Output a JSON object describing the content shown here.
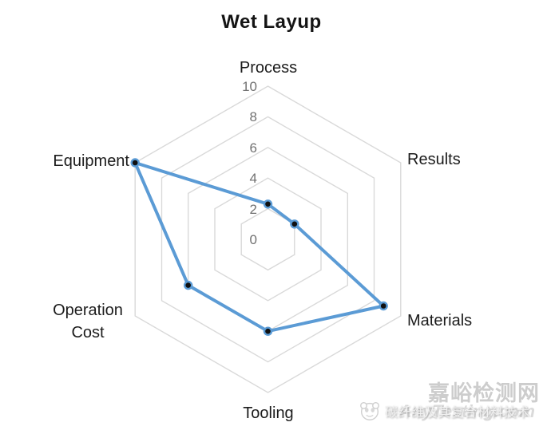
{
  "chart_data": {
    "type": "radar",
    "title": "Wet Layup",
    "categories": [
      "Process",
      "Results",
      "Materials",
      "Tooling",
      "Operation Cost",
      "Equipment"
    ],
    "values": [
      2.3,
      2,
      8.7,
      6,
      6,
      10
    ],
    "ticks": [
      0,
      2,
      4,
      6,
      8,
      10
    ],
    "rmin": 0,
    "rmax": 10,
    "grid": "concentric hexagon rings, no radial spokes",
    "legend": "none",
    "series_color": "#5b9bd5",
    "point_color": "#101010",
    "grid_color": "#d9d9d9"
  },
  "watermarks": {
    "site_name": "嘉峪检测网",
    "site_url": "AnyTesting.com",
    "wechat_account": "碳纤维及其复合材料技术"
  },
  "icons": {
    "watermark_logo": "panda-face-icon"
  }
}
